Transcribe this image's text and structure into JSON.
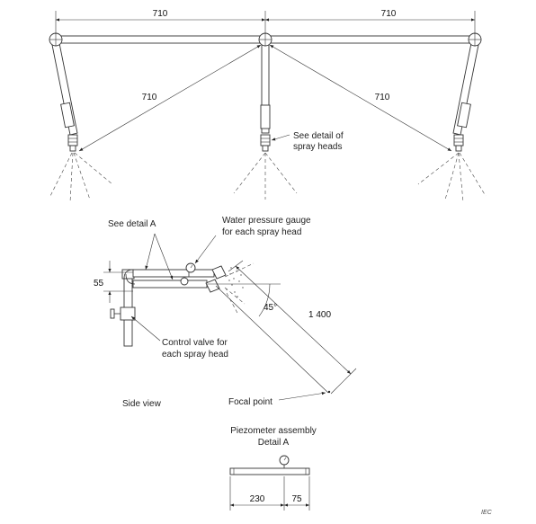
{
  "dimensions": {
    "top_left": "710",
    "top_right": "710",
    "diag_left": "710",
    "diag_right": "710",
    "height_55": "55",
    "distance_1400": "1 400",
    "angle": "45°",
    "detail_230": "230",
    "detail_75": "75"
  },
  "labels": {
    "see_detail_spray_line1": "See detail of",
    "see_detail_spray_line2": "spray heads",
    "see_detail_a": "See detail A",
    "gauge_line1": "Water pressure gauge",
    "gauge_line2": "for each spray head",
    "valve_line1": "Control valve for",
    "valve_line2": "each spray head",
    "side_view": "Side view",
    "focal_point": "Focal point",
    "piezo_line1": "Piezometer assembly",
    "piezo_line2": "Detail A",
    "iec": "IEC"
  }
}
